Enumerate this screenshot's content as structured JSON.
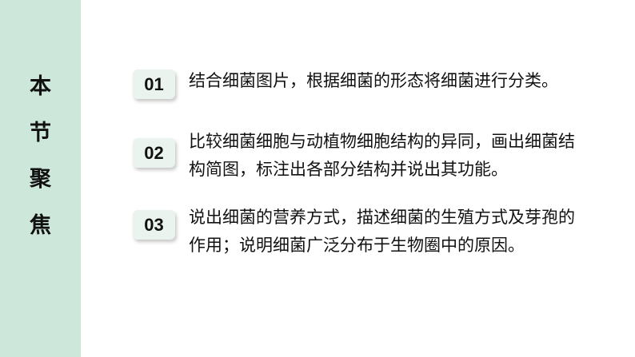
{
  "sidebar": {
    "title_chars": [
      "本",
      "节",
      "聚",
      "焦"
    ],
    "background_color": "#cde7da"
  },
  "items": [
    {
      "number": "01",
      "lines": [
        "结合细菌图片，根据细菌的形态将细菌进行分类。"
      ]
    },
    {
      "number": "02",
      "lines": [
        "比较细菌细胞与动植物细胞结构的异同，画出细菌结",
        "构简图，标注出各部分结构并说出其功能。"
      ]
    },
    {
      "number": "03",
      "lines": [
        "说出细菌的营养方式，描述细菌的生殖方式及芽孢的",
        "作用；说明细菌广泛分布于生物圈中的原因。"
      ]
    }
  ]
}
